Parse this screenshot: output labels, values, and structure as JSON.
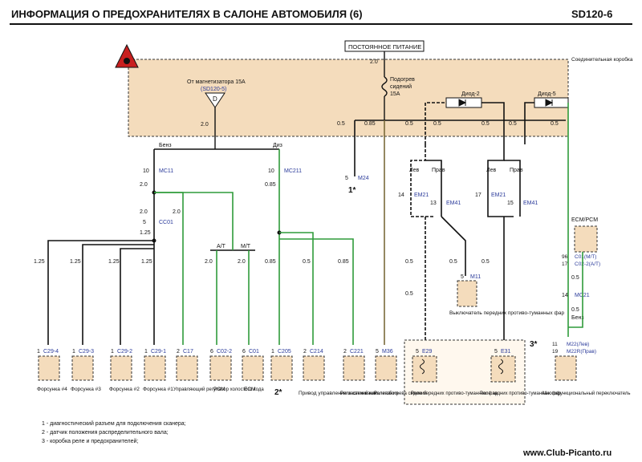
{
  "header": {
    "title": "ИНФОРМАЦИЯ О ПРЕДОХРАНИТЕЛЯХ В САЛОНЕ АВТОМОБИЛЯ (6)",
    "code": "SD120-6"
  },
  "power_label": "ПОСТОЯННОЕ ПИТАНИЕ",
  "junction_box_label": "Соединительная коробка",
  "from_ignition": {
    "line1": "От магнетизатора 15A",
    "line2": "(SD120-5)",
    "symbol": "D"
  },
  "fuse": {
    "line1": "Подогрев",
    "line2": "сидений",
    "line3": "15A"
  },
  "diodes": {
    "d2": "Диод-2",
    "d5": "Диод-5"
  },
  "wire_sizes": {
    "top_2_0": "2.0",
    "left_2_0": "2.0",
    "w_0_5a": "0.5",
    "w_0_85": "0.85",
    "w_0_5b": "0.5",
    "w_0_5c": "0.5",
    "w_0_5d": "0.5",
    "w_0_5e": "0.5",
    "w_0_5f": "0.5"
  },
  "engine_variants": {
    "petrol": "Бенз",
    "diesel": "Диз",
    "mt": "M/T",
    "at": "A/T"
  },
  "connectors": {
    "mc11_num": "10",
    "mc11": "MC11",
    "mc211_num": "10",
    "mc211": "MC211",
    "cc01_num": "5",
    "cc01": "CC01",
    "m24_num": "5",
    "m24": "M24",
    "em21_num": "14",
    "em21": "EM21",
    "em41_num": "13",
    "em41": "EM41",
    "em21b_num": "17",
    "em21b": "EM21",
    "em41b_num": "15",
    "em41b": "EM41",
    "m11_num": "5",
    "m11": "M11",
    "mc21_num": "14",
    "mc21": "MC21",
    "c01_num_a": "96",
    "c01_a": "C01(M/T)",
    "c02_num_a": "17",
    "c02_a": "C02-2(A/T)",
    "m22l_num": "11",
    "m22l": "M22(Лев)",
    "m22r_num": "19",
    "m22r": "M22R(Прав)"
  },
  "lr": {
    "left1": "Лев",
    "right1": "Прав",
    "left2": "Лев",
    "right2": "Прав"
  },
  "mid_sizes": {
    "s1": "2.0",
    "s2": "2.0",
    "s3": "2.0",
    "s4": "1.25",
    "s5": "1.25",
    "s6": "1.25",
    "s7": "1.25",
    "s8": "1.25",
    "s9": "2.0",
    "s10": "2.0",
    "s11": "0.85",
    "s12": "0.85",
    "s13": "0.5",
    "s14": "0.85",
    "s15": "0.5",
    "s16": "0.5",
    "s17": "0.5",
    "s18": "0.5",
    "s19": "0.5",
    "s20": "0.5"
  },
  "ecm_pcm": "ECM/PCM",
  "bottom_connectors": [
    {
      "pin": "1",
      "code": "C29-4"
    },
    {
      "pin": "1",
      "code": "C29-3"
    },
    {
      "pin": "1",
      "code": "C29-2"
    },
    {
      "pin": "1",
      "code": "C29-1"
    },
    {
      "pin": "2",
      "code": "C17"
    },
    {
      "pin": "6",
      "code": "C02-2"
    },
    {
      "pin": "6",
      "code": "C01"
    },
    {
      "pin": "1",
      "code": "C205"
    },
    {
      "pin": "2",
      "code": "C214"
    },
    {
      "pin": "2",
      "code": "C221"
    },
    {
      "pin": "5",
      "code": "M36"
    },
    {
      "pin": "5",
      "code": "E29"
    },
    {
      "pin": "5",
      "code": "E31"
    },
    {
      "pin": "",
      "code": ""
    }
  ],
  "components": {
    "inj4": "Форсунка #4",
    "inj3": "Форсунка #3",
    "inj2": "Форсунка #2",
    "inj1": "Форсунка #1",
    "idle": "Управляющий регулятор холостого хода",
    "pcm": "PCM",
    "ecm": "ECM",
    "n2": "2*",
    "drive": "Привод управления заслонками",
    "glow": "Реле свечей накаливания",
    "seat": "Реле обогрева сидений",
    "front_fog": "Реле передних противо-туманных фар",
    "rear_fog": "Реле задних противо-туманных фар",
    "multifunc": "Многофункциональный переключатель",
    "fog_switch": "Выключатель передних противо-туманных фар",
    "n1": "1*",
    "n3": "3*",
    "benz2": "Бенз"
  },
  "footnotes": [
    "1 - диагностический разъем для подключения сканера;",
    "2 - датчик положения распределительного вала;",
    "3 - коробка реле и предохранителей;"
  ],
  "watermark": "www.Club-Picanto.ru"
}
